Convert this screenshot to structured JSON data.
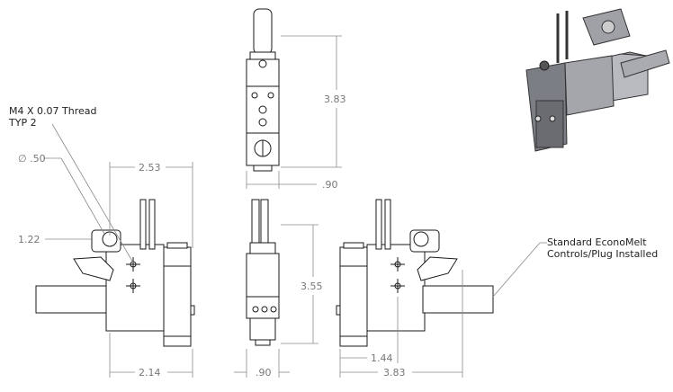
{
  "callouts": {
    "thread": "M4 X 0.07 Thread",
    "thread_typ": "TYP 2",
    "diameter": "∅ .50",
    "height_122": "1.22",
    "controls_line1": "Standard EconoMelt",
    "controls_line2": "Controls/Plug Installed"
  },
  "dimensions": {
    "top_width": "2.53",
    "bottom_width_left": "2.14",
    "front_width_top": ".90",
    "front_height_top": "3.83",
    "front_height_mid": "3.55",
    "front_width_bottom": ".90",
    "right_width_144": "1.44",
    "right_width_383": "3.83"
  },
  "colors": {
    "line": "#1a1a1a",
    "dimension": "#8a8a8a",
    "text_dim": "#777777",
    "iso_body": "#8e9096",
    "iso_dark": "#4a4c52"
  }
}
